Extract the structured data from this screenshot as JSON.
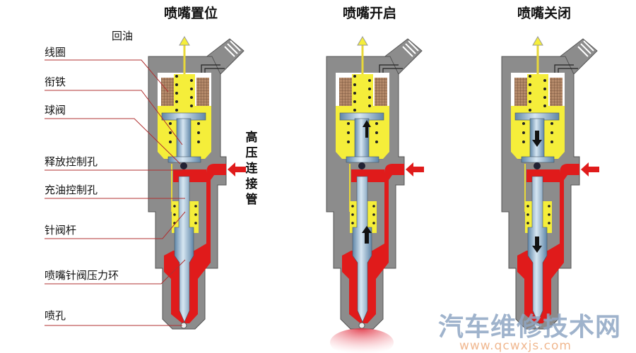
{
  "titles": [
    "喷嘴置位",
    "喷嘴开启",
    "喷嘴关闭"
  ],
  "labels": {
    "return_oil": "回油",
    "coil": "线圈",
    "armature": "衔铁",
    "ball_valve": "球阀",
    "release_orifice": "释放控制孔",
    "fill_orifice": "充油控制孔",
    "needle_rod": "针阀杆",
    "pressure_ring": "喷嘴针阀压力环",
    "nozzle_hole": "喷孔"
  },
  "high_pressure_pipe": [
    "高",
    "压",
    "连",
    "接",
    "管"
  ],
  "watermark": {
    "name": "汽车维修技术网",
    "url": "www.qcwxjs.com"
  },
  "colors": {
    "body": "#8c8c8c",
    "fuel_high": "#e01b1b",
    "fuel_low": "#f5ee3a",
    "steel": "#9fbfd8",
    "coil": "#a07050"
  }
}
